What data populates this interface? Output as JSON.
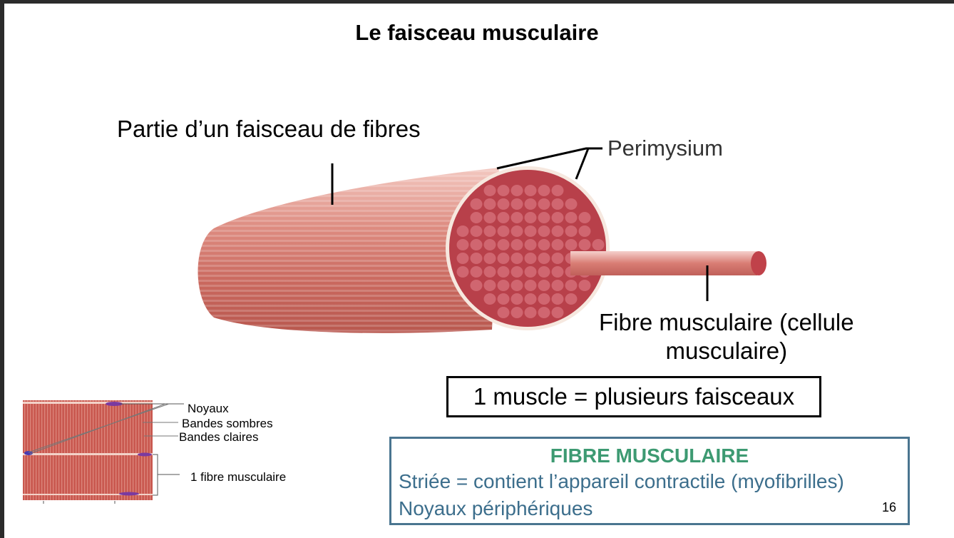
{
  "slide": {
    "title": "Le faisceau musculaire",
    "page_number": "16"
  },
  "diagram": {
    "bundle_label": "Partie d’un faisceau de fibres",
    "perimysium_label": "Perimysium",
    "fiber_label_line1": "Fibre musculaire (cellule",
    "fiber_label_line2": "musculaire)"
  },
  "muscle_box": "1 muscle = plusieurs faisceaux",
  "micrograph": {
    "labels": [
      "Noyaux",
      "Bandes sombres",
      "Bandes claires",
      "1 fibre musculaire"
    ]
  },
  "info_box": {
    "title": "FIBRE MUSCULAIRE",
    "line1": "Striée = contient l’appareil contractile (myofibrilles)",
    "line2": "Noyaux périphériques",
    "colors": {
      "border": "#4a7590",
      "title": "#3d9a72",
      "text": "#3c6e8c"
    }
  }
}
